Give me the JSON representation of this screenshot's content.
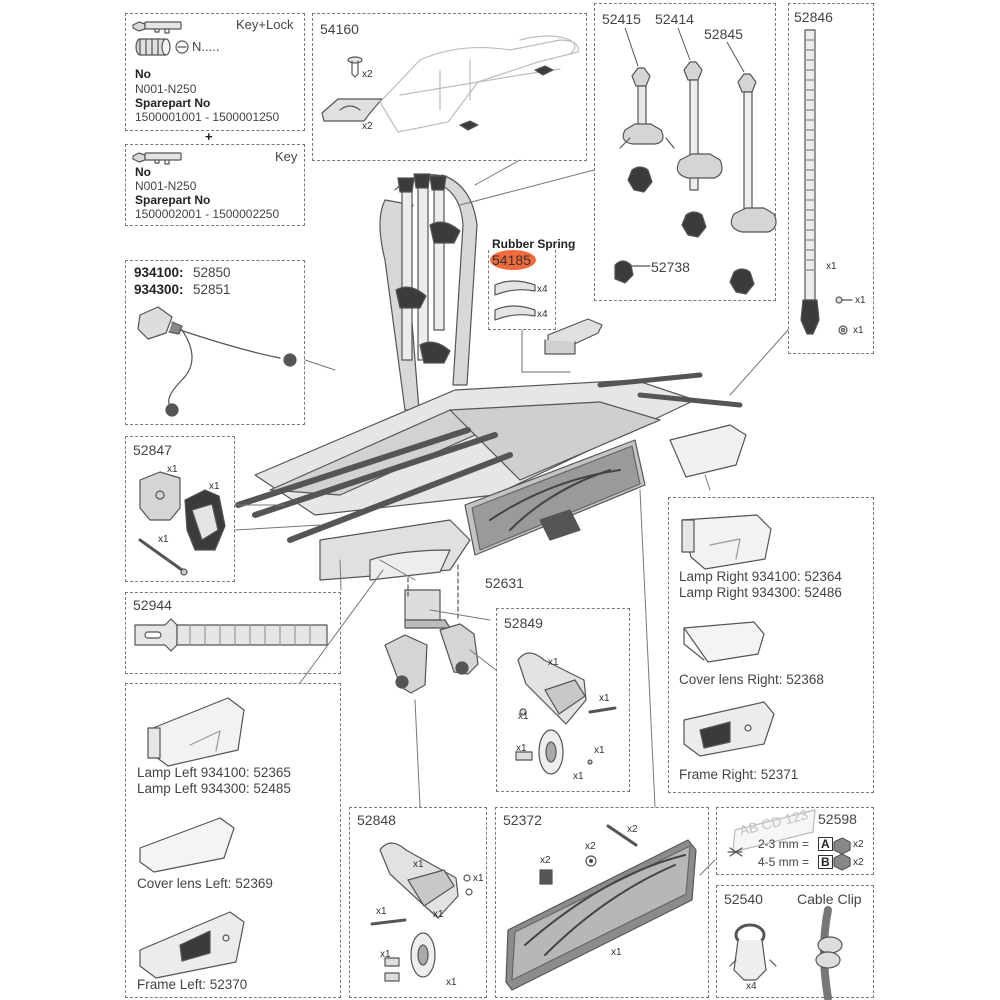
{
  "colors": {
    "outline": "#555555",
    "shade": "#d9d9d9",
    "dark": "#3b3b3b",
    "highlight": "#f26a3c",
    "dash": "#7a7a7a"
  },
  "keylock": {
    "title": "Key+Lock",
    "code": "N.....",
    "no_label": "No",
    "no_value": "N001-N250",
    "spare_label": "Sparepart No",
    "spare_value": "1500001001 - 1500001250",
    "plus": "+"
  },
  "key": {
    "title": "Key",
    "no_label": "No",
    "no_value": "N001-N250",
    "spare_label": "Sparepart No",
    "spare_value": "1500002001 - 1500002250"
  },
  "p54160": {
    "num": "54160",
    "q1": "x2",
    "q2": "x2"
  },
  "pegs": {
    "n1": "52415",
    "n2": "52414",
    "n3": "52845",
    "n4": "52738"
  },
  "p52846": {
    "num": "52846",
    "q1": "x1",
    "q2": "x1",
    "q3": "x1"
  },
  "rubber": {
    "title": "Rubber Spring",
    "num": "54185",
    "q1": "x4",
    "q2": "x4"
  },
  "cable": {
    "line1_model": "934100:",
    "line1_part": "52850",
    "line2_model": "934300:",
    "line2_part": "52851"
  },
  "p52847": {
    "num": "52847",
    "q1": "x1",
    "q2": "x1",
    "q3": "x1"
  },
  "p52944": {
    "num": "52944"
  },
  "p52631": {
    "num": "52631"
  },
  "p52849": {
    "num": "52849",
    "q1": "x1",
    "q2": "x1",
    "q3": "x1",
    "q4": "x1",
    "q5": "x1",
    "q6": "x1"
  },
  "right": {
    "lamp1": "Lamp Right 934100: 52364",
    "lamp2": "Lamp Right 934300: 52486",
    "cover": "Cover lens Right: 52368",
    "frame": "Frame Right: 52371"
  },
  "left": {
    "lamp1": "Lamp Left 934100: 52365",
    "lamp2": "Lamp Left 934300: 52485",
    "cover": "Cover lens Left: 52369",
    "frame": "Frame Left: 52370"
  },
  "p52848": {
    "num": "52848",
    "q1": "x1",
    "q2": "x1",
    "q3": "x1",
    "q4": "x1",
    "q5": "x1",
    "q6": "x1"
  },
  "p52372": {
    "num": "52372",
    "q1": "x2",
    "q2": "x2",
    "q3": "x2",
    "q4": "x1"
  },
  "p52598": {
    "num": "52598",
    "plate": "AB CD 123",
    "row1": "2-3 mm =",
    "letter1": "A",
    "q1": "x2",
    "row2": "4-5 mm =",
    "letter2": "B",
    "q2": "x2"
  },
  "p52540": {
    "num": "52540",
    "q1": "x4"
  },
  "clip": {
    "title": "Cable Clip"
  }
}
